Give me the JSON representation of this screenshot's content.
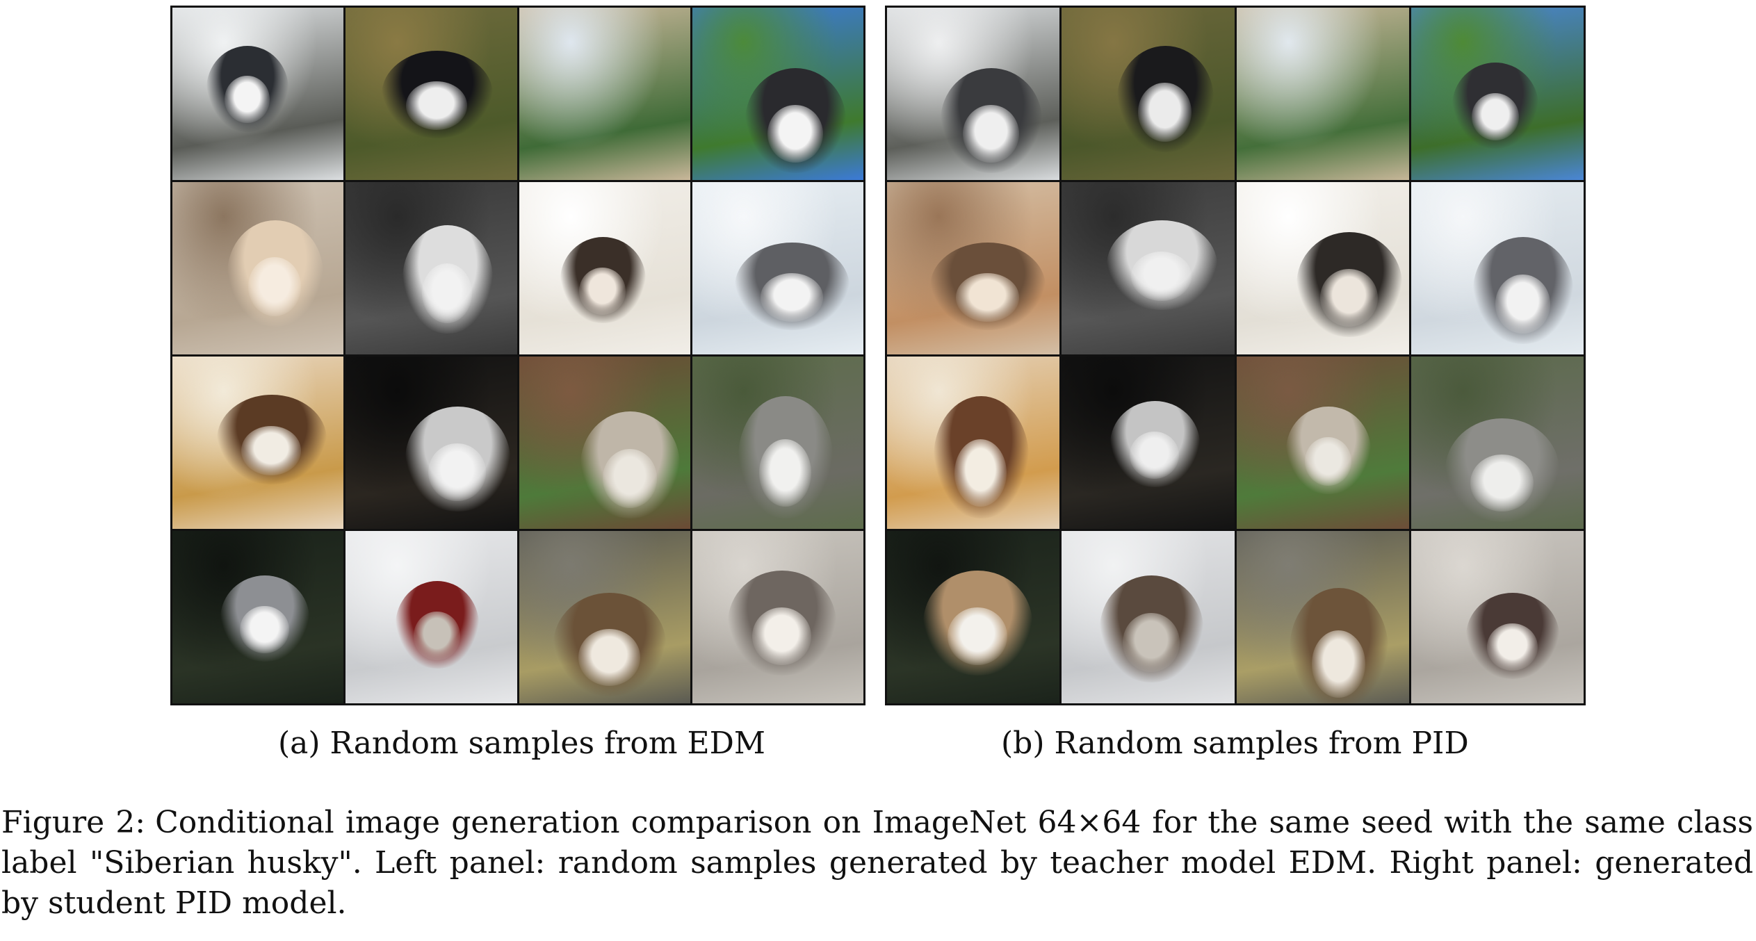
{
  "panels": {
    "left": {
      "label": "(a) Random samples from EDM",
      "tiles": [
        {
          "name": "snow-yard-husky",
          "bg": [
            "#dcdfe1",
            "#5a5c57",
            "#f0f2f3"
          ],
          "dog": [
            "#2b2e33",
            "#f4f4f4"
          ]
        },
        {
          "name": "black-white-husky-grass",
          "bg": [
            "#6e6a3c",
            "#4d5a2a",
            "#8a7a44"
          ],
          "dog": [
            "#141418",
            "#eeeeee"
          ]
        },
        {
          "name": "dirt-road-forest",
          "bg": [
            "#c9b79a",
            "#3f6b37",
            "#dfe7ef"
          ],
          "dog": null
        },
        {
          "name": "husky-face-sky",
          "bg": [
            "#3c7ad8",
            "#3f7a2e",
            "#4c8a3a"
          ],
          "dog": [
            "#2a2a2e",
            "#f4f4f4"
          ]
        },
        {
          "name": "sleeping-dog-floor",
          "bg": [
            "#cfc3b4",
            "#b7a793",
            "#8c7660"
          ],
          "dog": [
            "#e2cdb3",
            "#f6ece0"
          ]
        },
        {
          "name": "grayscale-walking-dog",
          "bg": [
            "#3a3a3a",
            "#555555",
            "#2a2a2a"
          ],
          "dog": [
            "#dddddd",
            "#f2f2f2"
          ]
        },
        {
          "name": "husky-side-snow",
          "bg": [
            "#f1eee8",
            "#e6e1d7",
            "#ffffff"
          ],
          "dog": [
            "#3a2f28",
            "#efe6dc"
          ]
        },
        {
          "name": "husky-snow-red-collar",
          "bg": [
            "#e6edf2",
            "#cdd6de",
            "#f6f8fa"
          ],
          "dog": [
            "#5e5f63",
            "#f3f3f3"
          ]
        },
        {
          "name": "dog-on-bed",
          "bg": [
            "#e8d6bf",
            "#c99a4a",
            "#f2ead9"
          ],
          "dog": [
            "#5b3b24",
            "#f1ece3"
          ]
        },
        {
          "name": "woman-with-husky-night",
          "bg": [
            "#121212",
            "#2b2620",
            "#0b0b0b"
          ],
          "dog": [
            "#c9c9c9",
            "#f2f2f2"
          ]
        },
        {
          "name": "dog-hillside",
          "bg": [
            "#6b4a35",
            "#4e7a3a",
            "#7d5a41"
          ],
          "dog": [
            "#bfb6a8",
            "#ebe7df"
          ]
        },
        {
          "name": "husky-face-gray",
          "bg": [
            "#5e6d4c",
            "#6b6b63",
            "#4a5a3a"
          ],
          "dog": [
            "#8a8a86",
            "#f1f1ef"
          ]
        },
        {
          "name": "husky-portrait-dark",
          "bg": [
            "#1a221a",
            "#2a3325",
            "#101410"
          ],
          "dog": [
            "#8d8f93",
            "#f4f4f4"
          ]
        },
        {
          "name": "person-red-jacket-snow",
          "bg": [
            "#e7e8ea",
            "#c9cbce",
            "#f4f5f6"
          ],
          "dog": [
            "#7a1c1c",
            "#c7c1b8"
          ]
        },
        {
          "name": "husky-lying-yellow-bag",
          "bg": [
            "#5a5a52",
            "#a89c64",
            "#7c7a70"
          ],
          "dog": [
            "#6b5238",
            "#efe9df"
          ]
        },
        {
          "name": "husky-sitting-pavement",
          "bg": [
            "#c8c4bd",
            "#a9a49d",
            "#d9d5cf"
          ],
          "dog": [
            "#6e6660",
            "#f3efe9"
          ]
        }
      ]
    },
    "right": {
      "label": "(b) Random samples from PID",
      "tiles": [
        {
          "name": "snow-yard-husky",
          "bg": [
            "#d9dcde",
            "#5d5f5a",
            "#eeeff0"
          ],
          "dog": [
            "#3a3b3e",
            "#efefef"
          ]
        },
        {
          "name": "black-white-husky-grass",
          "bg": [
            "#6a663a",
            "#4b572a",
            "#857644"
          ],
          "dog": [
            "#1a1a1c",
            "#ebebeb"
          ]
        },
        {
          "name": "dirt-road-forest",
          "bg": [
            "#c6b698",
            "#446f3a",
            "#e1e8ee"
          ],
          "dog": null
        },
        {
          "name": "husky-field-sky",
          "bg": [
            "#4a86d6",
            "#3d6e2a",
            "#4e8a36"
          ],
          "dog": [
            "#2f2f33",
            "#efefef"
          ]
        },
        {
          "name": "sleeping-dog-floor",
          "bg": [
            "#d4bfa6",
            "#c28f63",
            "#9a7658"
          ],
          "dog": [
            "#6a4f3a",
            "#f1e4d4"
          ]
        },
        {
          "name": "grayscale-walking-dog",
          "bg": [
            "#3d3d3d",
            "#565656",
            "#2c2c2c"
          ],
          "dog": [
            "#d8d8d8",
            "#f0f0f0"
          ]
        },
        {
          "name": "husky-side-snow",
          "bg": [
            "#f2efe9",
            "#e3dfd6",
            "#ffffff"
          ],
          "dog": [
            "#2d2926",
            "#ece5dc"
          ]
        },
        {
          "name": "husky-snow-red-collar",
          "bg": [
            "#e4ebf0",
            "#d0d8df",
            "#f5f7f9"
          ],
          "dog": [
            "#626368",
            "#f2f2f2"
          ]
        },
        {
          "name": "dog-on-bed",
          "bg": [
            "#e4d0b6",
            "#d29c4e",
            "#f0e6d4"
          ],
          "dog": [
            "#6a4129",
            "#f3ede2"
          ]
        },
        {
          "name": "man-with-husky-night",
          "bg": [
            "#131313",
            "#2a2722",
            "#0c0c0c"
          ],
          "dog": [
            "#c4c4c4",
            "#efefef"
          ]
        },
        {
          "name": "dog-hillside",
          "bg": [
            "#6d4d38",
            "#4f7b3b",
            "#7a5a43"
          ],
          "dog": [
            "#c2b9ab",
            "#ebe8e1"
          ]
        },
        {
          "name": "husky-face-gray",
          "bg": [
            "#5c6a4c",
            "#6f6f69",
            "#4b5a3c"
          ],
          "dog": [
            "#8d8d89",
            "#eeeeec"
          ]
        },
        {
          "name": "husky-portrait-dark",
          "bg": [
            "#1b231b",
            "#2b3426",
            "#111511"
          ],
          "dog": [
            "#b08f6a",
            "#f3f1ec"
          ]
        },
        {
          "name": "dog-snow-sitting",
          "bg": [
            "#e2e3e5",
            "#c6c8cb",
            "#f1f2f3"
          ],
          "dog": [
            "#5a4a3e",
            "#c9c3ba"
          ]
        },
        {
          "name": "husky-lying-yellow-bag",
          "bg": [
            "#5c5c54",
            "#aa9e66",
            "#7f7d73"
          ],
          "dog": [
            "#6d543a",
            "#eee8de"
          ]
        },
        {
          "name": "husky-face-pavement",
          "bg": [
            "#c9c5bf",
            "#aba69f",
            "#dbd7d1"
          ],
          "dog": [
            "#4a3a36",
            "#f2eee8"
          ]
        }
      ]
    }
  },
  "caption": {
    "label": "Figure 2:",
    "text": "Conditional image generation comparison on ImageNet 64×64 for the same seed with the same class label \"Siberian husky\". Left panel: random samples generated by teacher model EDM. Right panel: generated by student PID model."
  }
}
